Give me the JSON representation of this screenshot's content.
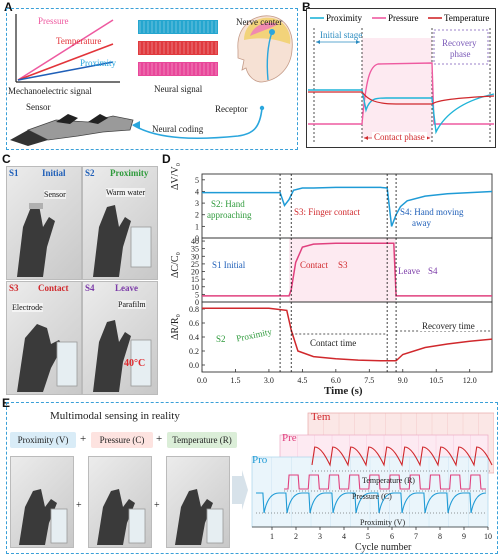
{
  "panels": {
    "a": "A",
    "b": "B",
    "c": "C",
    "d": "D",
    "e": "E"
  },
  "panelA": {
    "mech_series": [
      "Pressure",
      "Temperature",
      "Proximity"
    ],
    "mech_caption": "Mechanoelectric signal",
    "neural_caption": "Neural signal",
    "nerve_center": "Nerve center",
    "receptor": "Receptor",
    "neural_coding": "Neural coding",
    "sensor": "Sensor"
  },
  "panelB": {
    "legend": [
      "Proximity",
      "Pressure",
      "Temperature"
    ],
    "initial": "Initial stage",
    "recovery_l1": "Recovery",
    "recovery_l2": "phase",
    "contact": "Contact phase"
  },
  "panelC": {
    "photos": [
      {
        "label": "S1",
        "title": "Initial",
        "note": "Sensor"
      },
      {
        "label": "S2",
        "title": "Proximity",
        "note": "Warm water"
      },
      {
        "label": "S3",
        "title": "Contact",
        "note": "Electrode"
      },
      {
        "label": "S4",
        "title": "Leave",
        "note": "Parafilm",
        "extra": "40°C"
      }
    ]
  },
  "panelD": {
    "xlabel": "Time (s)",
    "ylabels": [
      "ΔV/V₀",
      "ΔC/C₀",
      "ΔR/R₀"
    ],
    "ann": {
      "s2_l1": "S2: Hand",
      "s2_l2": "approaching",
      "s3": "S3: Finger contact",
      "s4_l1": "S4: Hand moving",
      "s4_l2": "away",
      "s1": "S1  Initial",
      "contact": "Contact",
      "contact_s": "S3",
      "leave": "Leave",
      "leave_s": "S4",
      "s2b": "S2",
      "prox": "Proximity",
      "contact_time": "Contact time",
      "recovery_time": "Recovery time"
    }
  },
  "panelE": {
    "title": "Multimodal sensing in reality",
    "mods": [
      "Proximity (V)",
      "+",
      "Pressure (C)",
      "+",
      "Temperature (R)"
    ],
    "plus": "+",
    "tem": "Tem",
    "pre": "Pre",
    "pro": "Pro",
    "tem_axis": "Temperature (R)",
    "pre_axis": "Pressure (C)",
    "pro_axis": "Proximity (V)",
    "xlabel": "Cycle number"
  },
  "chart_data": [
    {
      "type": "line",
      "title": "",
      "xlabel": "Time (s)",
      "xlim": [
        0,
        13
      ],
      "xticks": [
        "0.0",
        "1.5",
        "3.0",
        "4.5",
        "6.0",
        "7.5",
        "9.0",
        "10.5",
        "12.0"
      ],
      "markers": [
        3.5,
        4.0,
        8.3,
        8.7
      ],
      "series": [
        {
          "name": "ΔV/V₀",
          "color": "#1f9bd6",
          "yticks": [
            "0",
            "1",
            "2",
            "3",
            "4",
            "5"
          ],
          "ylim": [
            0,
            5.5
          ],
          "x": [
            0,
            1,
            2,
            3,
            3.5,
            3.7,
            3.9,
            4.1,
            4.5,
            5,
            6,
            7,
            8,
            8.3,
            8.5,
            8.7,
            8.9,
            9.2,
            10,
            11,
            12,
            13
          ],
          "y": [
            3.9,
            3.9,
            3.9,
            3.9,
            3.9,
            2.8,
            3.3,
            4.1,
            4.3,
            4.3,
            4.35,
            4.35,
            4.35,
            4.3,
            1.0,
            2.0,
            2.7,
            3.2,
            3.6,
            3.8,
            3.9,
            4.0
          ]
        },
        {
          "name": "ΔC/C₀",
          "color": "#e0407e",
          "yticks": [
            "0",
            "5",
            "10",
            "15",
            "20",
            "25",
            "30",
            "35",
            "40"
          ],
          "ylim": [
            0,
            42
          ],
          "x": [
            0,
            1,
            2,
            3,
            3.9,
            4.0,
            4.2,
            4.5,
            5,
            6,
            7,
            8,
            8.6,
            8.7,
            9,
            10,
            11,
            12,
            13
          ],
          "y": [
            4,
            4,
            4,
            4,
            4,
            8,
            26,
            36,
            38,
            38.5,
            38.5,
            38.5,
            38.5,
            4,
            4,
            4,
            4,
            4,
            4
          ]
        },
        {
          "name": "ΔR/R₀",
          "color": "#d0282c",
          "yticks": [
            "0.0",
            "0.2",
            "0.4",
            "0.6",
            "0.8"
          ],
          "ylim": [
            -0.1,
            0.9
          ],
          "x": [
            0,
            1,
            2,
            3,
            3.8,
            4.0,
            4.3,
            5,
            6,
            7,
            8,
            8.7,
            9,
            10,
            11,
            12,
            13
          ],
          "y": [
            0.81,
            0.81,
            0.81,
            0.81,
            0.78,
            0.5,
            0.2,
            0.12,
            0.09,
            0.07,
            0.06,
            0.06,
            0.15,
            0.25,
            0.3,
            0.34,
            0.37
          ]
        }
      ]
    },
    {
      "type": "line",
      "title": "",
      "xlabel": "Cycle number",
      "xticks": [
        "1",
        "2",
        "3",
        "4",
        "5",
        "6",
        "7",
        "8",
        "9",
        "10"
      ],
      "series": [
        {
          "name": "Temperature (R)",
          "color": "#d0282c"
        },
        {
          "name": "Pressure (C)",
          "color": "#e0407e"
        },
        {
          "name": "Proximity (V)",
          "color": "#1f9bd6"
        }
      ]
    }
  ]
}
